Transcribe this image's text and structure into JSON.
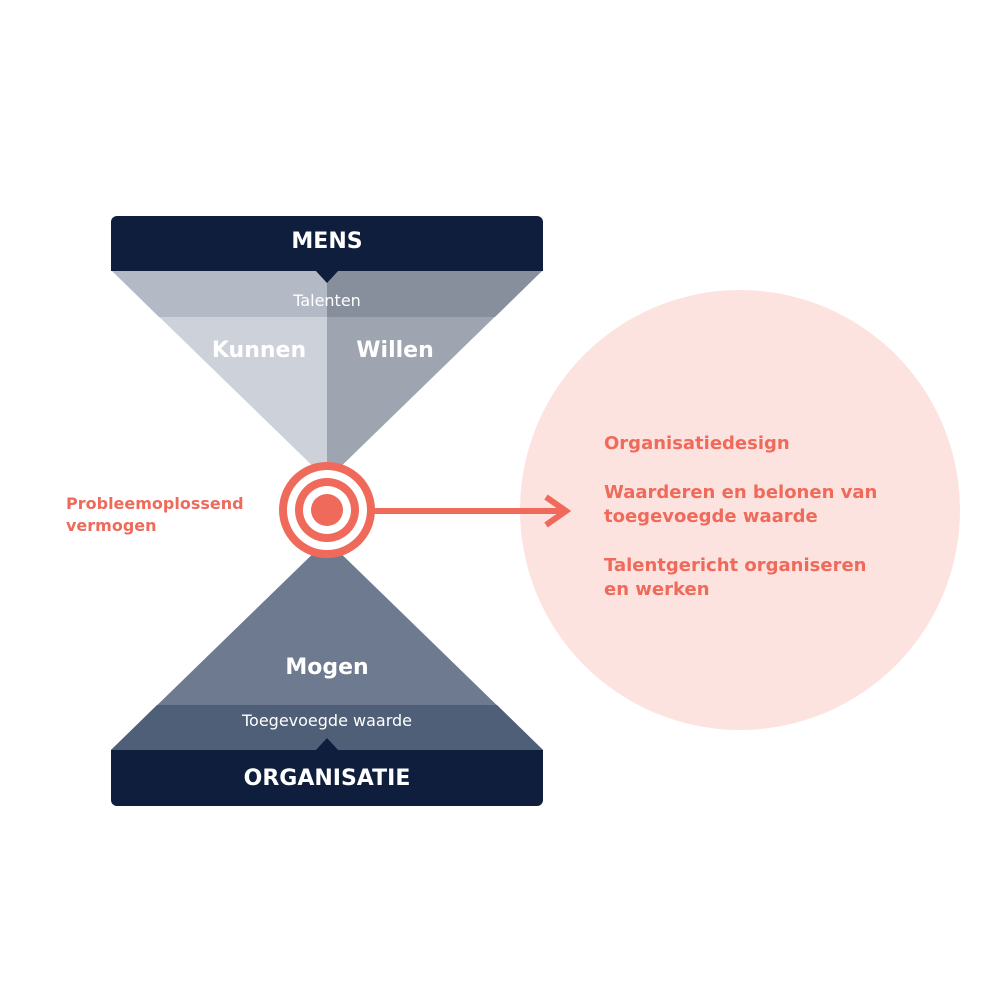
{
  "colors": {
    "navy": "#0f1e3c",
    "kunnen": "#cdd1da",
    "willen": "#9ea5b1",
    "talenten_left": "#b4bac5",
    "talenten_right": "#878f9d",
    "mogen": "#6e7a8f",
    "toegevoegde": "#505f78",
    "accent": "#ef6a5a",
    "circle": "#fde3df"
  },
  "top_bar": {
    "label": "MENS"
  },
  "upper": {
    "band": "Talenten",
    "left": "Kunnen",
    "right": "Willen"
  },
  "center": {
    "label_line1": "Probleemoplossend",
    "label_line2": "vermogen",
    "icon": "target-icon"
  },
  "lower": {
    "main": "Mogen",
    "band": "Toegevoegde waarde"
  },
  "bottom_bar": {
    "label": "ORGANISATIE"
  },
  "outcomes": [
    {
      "line1": "Organisatiedesign",
      "line2": ""
    },
    {
      "line1": "Waarderen en belonen van",
      "line2": "toegevoegde waarde"
    },
    {
      "line1": "Talentgericht organiseren",
      "line2": "en werken"
    }
  ]
}
